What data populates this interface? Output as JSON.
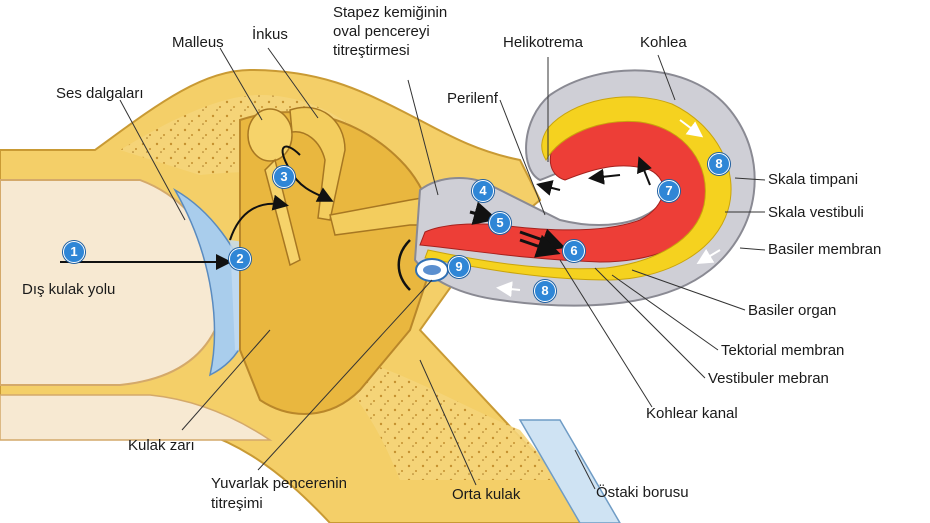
{
  "labels": {
    "ses_dalgalari": "Ses dalgaları",
    "malleus": "Malleus",
    "inkus": "İnkus",
    "stapez_line1": "Stapez kemiğinin",
    "stapez_line2": "oval pencereyi",
    "stapez_line3": "titreştirmesi",
    "helikotrema": "Helikotrema",
    "kohlea": "Kohlea",
    "perilenf": "Perilenf",
    "skala_timpani": "Skala timpani",
    "skala_vestibuli": "Skala vestibuli",
    "basiler_membran": "Basiler membran",
    "basiler_organ": "Basiler organ",
    "tektorial_membran": "Tektorial membran",
    "vestibuler_mebran": "Vestibuler mebran",
    "kohlear_kanal": "Kohlear kanal",
    "ostaki_borusu": "Östaki borusu",
    "orta_kulak": "Orta kulak",
    "yuvarlak_line1": "Yuvarlak pencerenin",
    "yuvarlak_line2": "titreşimi",
    "kulak_zari": "Kulak zarı",
    "dis_kulak_yolu": "Dış kulak yolu"
  },
  "step_numbers": [
    "1",
    "2",
    "3",
    "4",
    "5",
    "6",
    "7",
    "8",
    "8",
    "9"
  ],
  "colors": {
    "bone": "#f2c65a",
    "bone_dark": "#d9a23a",
    "middle_ear": "#e8b640",
    "canal": "#c9c9cf",
    "scala_red": "#e8403a",
    "scala_yellow": "#f4d31e",
    "eardrum_blue": "#9fc4e6",
    "marker_blue": "#2f86d6"
  }
}
